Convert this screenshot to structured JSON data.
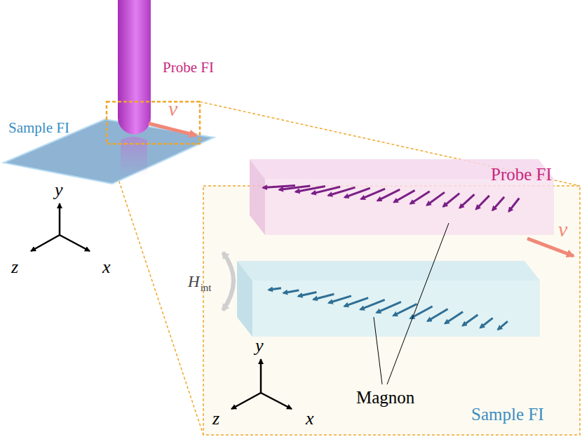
{
  "diagram": {
    "labels": [
      "Probe FI",
      "Sample FI",
      "v",
      "y",
      "z",
      "x",
      "Probe FI",
      "Sample FI",
      "v",
      "H",
      "int",
      "y",
      "z",
      "x",
      "Magnon"
    ]
  }
}
